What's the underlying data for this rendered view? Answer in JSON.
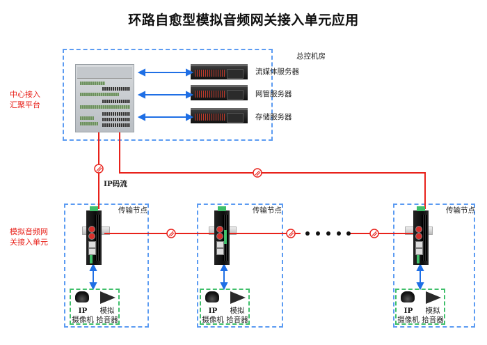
{
  "title": "环路自愈型模拟音频网关接入单元应用",
  "side_labels": {
    "center": [
      "中心接入",
      "汇聚平台"
    ],
    "access": [
      "模拟音频网",
      "关接入单元"
    ]
  },
  "control_room": {
    "label": "总控机房",
    "servers": [
      {
        "name": "流媒体服务器"
      },
      {
        "name": "网管服务器"
      },
      {
        "name": "存储服务器"
      }
    ]
  },
  "link_label": "IP码流",
  "nodes": [
    {
      "label": "传输节点",
      "devices": {
        "camera": [
          "IP",
          "摄像机"
        ],
        "mic": [
          "模拟",
          "拾音器"
        ]
      }
    },
    {
      "label": "传输节点",
      "devices": {
        "camera": [
          "IP",
          "摄像机"
        ],
        "mic": [
          "模拟",
          "拾音器"
        ]
      }
    },
    {
      "label": "传输节点",
      "devices": {
        "camera": [
          "IP",
          "摄像机"
        ],
        "mic": [
          "模拟",
          "拾音器"
        ]
      }
    }
  ],
  "colors": {
    "fiber": "#e8221b",
    "ethernet": "#1f6fe5",
    "zone_border": "#5b9bf2",
    "device_group_border": "#3fbf6a",
    "side_label": "#e8221b"
  }
}
